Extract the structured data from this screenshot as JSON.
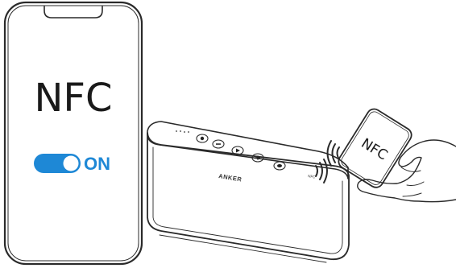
{
  "phone": {
    "title": "NFC",
    "toggle_state": "ON",
    "toggle_color": "#1e88d6"
  },
  "speaker": {
    "brand": "ANKER",
    "nfc_marker": "NFC",
    "buttons": [
      "power-icon",
      "minus-icon",
      "play-icon",
      "plus-icon",
      "bluetooth-icon"
    ]
  },
  "hand_phone": {
    "title": "NFC"
  }
}
